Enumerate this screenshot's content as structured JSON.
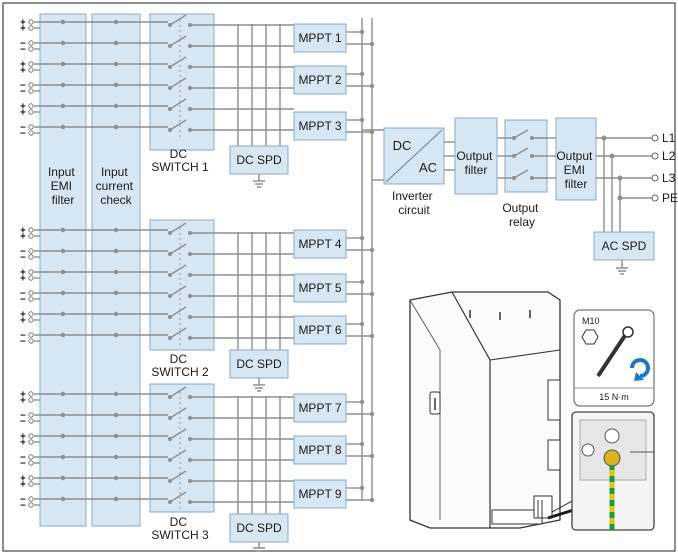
{
  "blocks": {
    "input_emi": [
      "Input",
      "EMI",
      "filter"
    ],
    "input_current": [
      "Input",
      "current",
      "check"
    ],
    "dc_switch_1": [
      "DC",
      "SWITCH 1"
    ],
    "dc_switch_2": [
      "DC",
      "SWITCH 2"
    ],
    "dc_switch_3": [
      "DC",
      "SWITCH 3"
    ],
    "mppt": [
      "MPPT 1",
      "MPPT 2",
      "MPPT 3",
      "MPPT 4",
      "MPPT 5",
      "MPPT 6",
      "MPPT 7",
      "MPPT 8",
      "MPPT 9"
    ],
    "dc_spd": "DC SPD",
    "inverter_dc": "DC",
    "inverter_ac": "AC",
    "inverter_caption": [
      "Inverter",
      "circuit"
    ],
    "output_filter": [
      "Output",
      "filter"
    ],
    "output_relay": [
      "Output",
      "relay"
    ],
    "output_emi": [
      "Output",
      "EMI",
      "filter"
    ],
    "ac_spd": "AC SPD"
  },
  "outputs": [
    "L1",
    "L2",
    "L3",
    "PE"
  ],
  "input_signs": [
    "+",
    "+",
    "−",
    "−",
    "+",
    "+",
    "−",
    "−",
    "+",
    "+",
    "−",
    "−"
  ],
  "inset": {
    "bolt": "M10",
    "torque": "15 N·m"
  }
}
